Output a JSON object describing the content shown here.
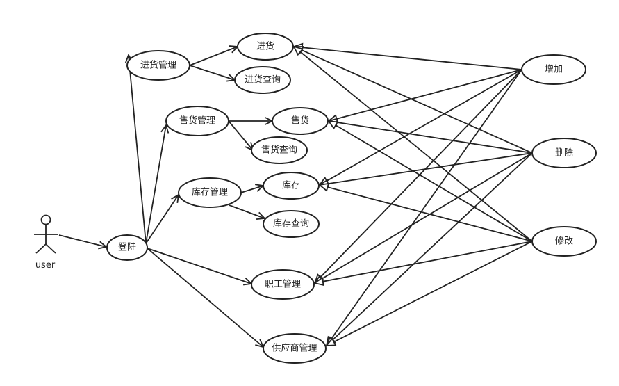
{
  "actor": {
    "label": "user"
  },
  "usecases": {
    "login": "登陆",
    "purchase_mgmt": "进货管理",
    "purchase": "进货",
    "purchase_query": "进货查询",
    "sales_mgmt": "售货管理",
    "sales": "售货",
    "sales_query": "售货查询",
    "inventory_mgmt": "库存管理",
    "inventory": "库存",
    "inventory_query": "库存查询",
    "staff_mgmt": "职工管理",
    "supplier_mgmt": "供应商管理",
    "add": "增加",
    "delete": "删除",
    "modify": "修改"
  },
  "relations": {
    "associations": [
      [
        "user",
        "login"
      ],
      [
        "login",
        "purchase_mgmt"
      ],
      [
        "login",
        "sales_mgmt"
      ],
      [
        "login",
        "inventory_mgmt"
      ],
      [
        "login",
        "staff_mgmt"
      ],
      [
        "login",
        "supplier_mgmt"
      ],
      [
        "purchase_mgmt",
        "purchase"
      ],
      [
        "purchase_mgmt",
        "purchase_query"
      ],
      [
        "sales_mgmt",
        "sales"
      ],
      [
        "sales_mgmt",
        "sales_query"
      ],
      [
        "inventory_mgmt",
        "inventory"
      ],
      [
        "inventory_mgmt",
        "inventory_query"
      ]
    ],
    "generalizations": [
      [
        "add",
        "purchase"
      ],
      [
        "add",
        "sales"
      ],
      [
        "add",
        "inventory"
      ],
      [
        "add",
        "staff_mgmt"
      ],
      [
        "add",
        "supplier_mgmt"
      ],
      [
        "delete",
        "purchase"
      ],
      [
        "delete",
        "sales"
      ],
      [
        "delete",
        "inventory"
      ],
      [
        "delete",
        "staff_mgmt"
      ],
      [
        "delete",
        "supplier_mgmt"
      ],
      [
        "modify",
        "purchase"
      ],
      [
        "modify",
        "sales"
      ],
      [
        "modify",
        "inventory"
      ],
      [
        "modify",
        "staff_mgmt"
      ],
      [
        "modify",
        "supplier_mgmt"
      ]
    ]
  }
}
